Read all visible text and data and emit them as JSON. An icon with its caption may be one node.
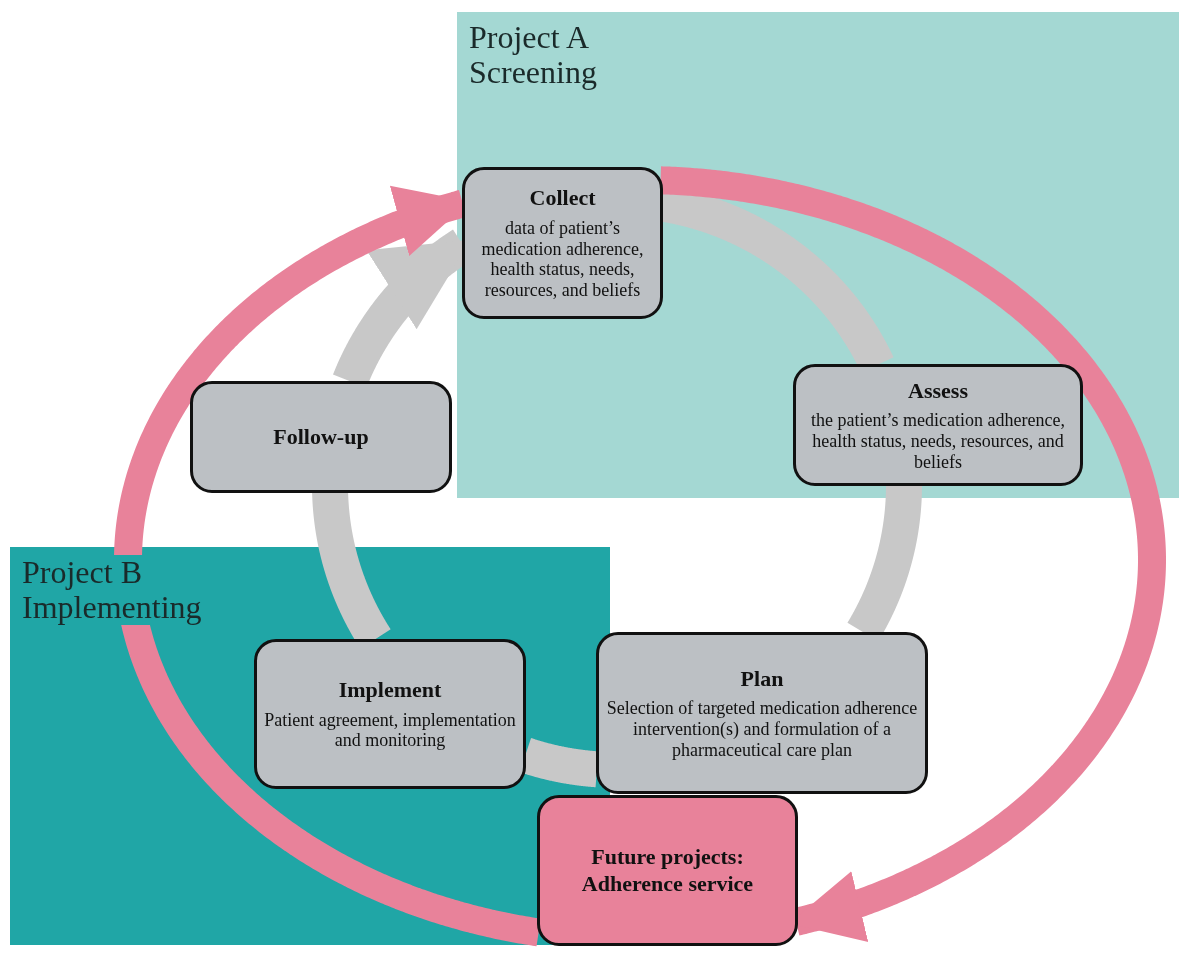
{
  "diagram": {
    "nodes": [
      {
        "text": [
          "Project A Screening"
        ]
      },
      {
        "text": [
          "Project B Implementing"
        ]
      },
      {
        "text": [
          "Collect",
          "data of patient’s medication adherence, health status, needs, resources, and beliefs"
        ],
        "in": 0
      },
      {
        "text": [
          "Assess",
          "the patient’s medication adherence, health status, needs, resources, and beliefs"
        ],
        "in": 0
      },
      {
        "text": [
          "Follow-up"
        ]
      },
      {
        "text": [
          "Plan",
          "Selection of targeted medication adherence intervention(s) and formulation of a pharmaceutical care plan"
        ]
      },
      {
        "text": [
          "Implement",
          "Patient agreement, implementation and monitoring"
        ],
        "in": 1
      },
      {
        "text": [
          "Future projects: Adherence service"
        ]
      }
    ],
    "edges": [
      {
        "from": 2,
        "to": 3,
        "arrow": "none"
      },
      {
        "from": 3,
        "to": 5,
        "arrow": "none"
      },
      {
        "from": 5,
        "to": 6,
        "arrow": "none"
      },
      {
        "from": 6,
        "to": 4,
        "arrow": "none"
      },
      {
        "from": 4,
        "to": 2,
        "arrow": "to"
      },
      {
        "from": 7,
        "to": 2,
        "arrow": "to",
        "color": "#e8829a"
      },
      {
        "from": 2,
        "to": 7,
        "arrow": "to",
        "color": "#e8829a"
      }
    ]
  }
}
